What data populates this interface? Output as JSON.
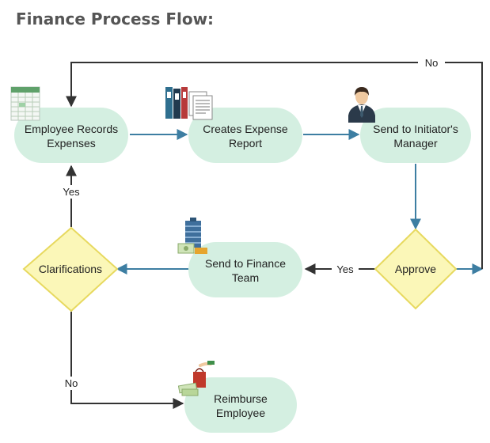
{
  "title": "Finance Process Flow:",
  "colors": {
    "process_fill": "#d4efe1",
    "decision_fill": "#fbf7b8",
    "decision_stroke": "#e7d95f",
    "blue_arrow": "#3d7ea2",
    "dark_arrow": "#333333",
    "title_text": "#555555"
  },
  "nodes": {
    "employee_records": {
      "lines": [
        "Employee Records",
        "Expenses"
      ],
      "icon": "spreadsheet-icon"
    },
    "expense_report": {
      "lines": [
        "Creates Expense",
        "Report"
      ],
      "icon": "binders-documents-icon"
    },
    "manager": {
      "lines": [
        "Send to Initiator's",
        "Manager"
      ],
      "icon": "businessman-icon"
    },
    "approve": {
      "label": "Approve"
    },
    "finance_team": {
      "lines": [
        "Send to Finance",
        "Team"
      ],
      "icon": "office-building-money-icon"
    },
    "clarifications": {
      "label": "Clarifications"
    },
    "reimburse": {
      "lines": [
        "Reimburse",
        "Employee"
      ],
      "icon": "money-hand-shopping-bag-icon"
    }
  },
  "edges": {
    "approve_no": "No",
    "approve_yes": "Yes",
    "clarifications_yes": "Yes",
    "clarifications_no": "No"
  }
}
